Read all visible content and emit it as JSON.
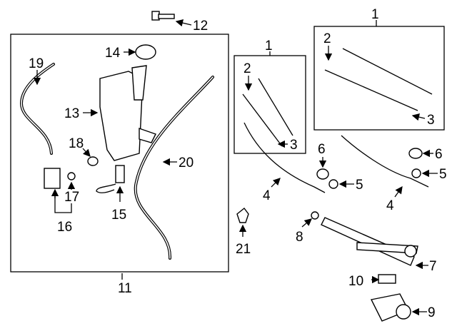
{
  "callouts": {
    "c1a": "1",
    "c1b": "1",
    "c2a": "2",
    "c2b": "2",
    "c3a": "3",
    "c3b": "3",
    "c4a": "4",
    "c4b": "4",
    "c5a": "5",
    "c5b": "5",
    "c6a": "6",
    "c6b": "6",
    "c7": "7",
    "c8": "8",
    "c9": "9",
    "c10": "10",
    "c11": "11",
    "c12": "12",
    "c13": "13",
    "c14": "14",
    "c15": "15",
    "c16": "16",
    "c17": "17",
    "c18": "18",
    "c19": "19",
    "c20": "20",
    "c21": "21"
  }
}
